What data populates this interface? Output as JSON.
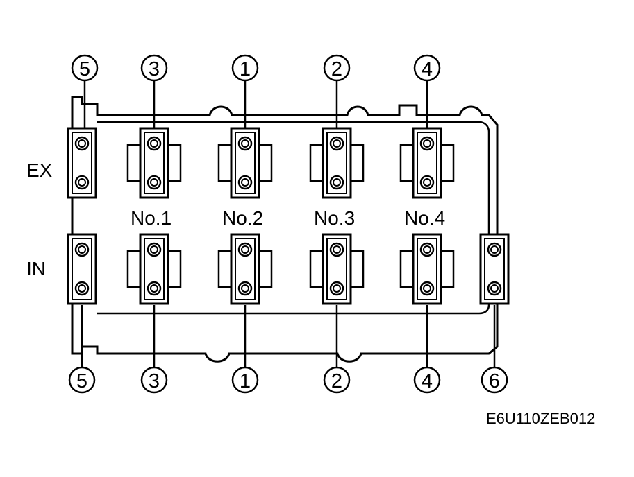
{
  "rows": {
    "ex_label": "EX",
    "in_label": "IN"
  },
  "journals": [
    "No.1",
    "No.2",
    "No.3",
    "No.4"
  ],
  "top_sequence": [
    "5",
    "3",
    "1",
    "2",
    "4"
  ],
  "bottom_sequence": [
    "5",
    "3",
    "1",
    "2",
    "4",
    "6"
  ],
  "figure_code": "E6U110ZEB012"
}
